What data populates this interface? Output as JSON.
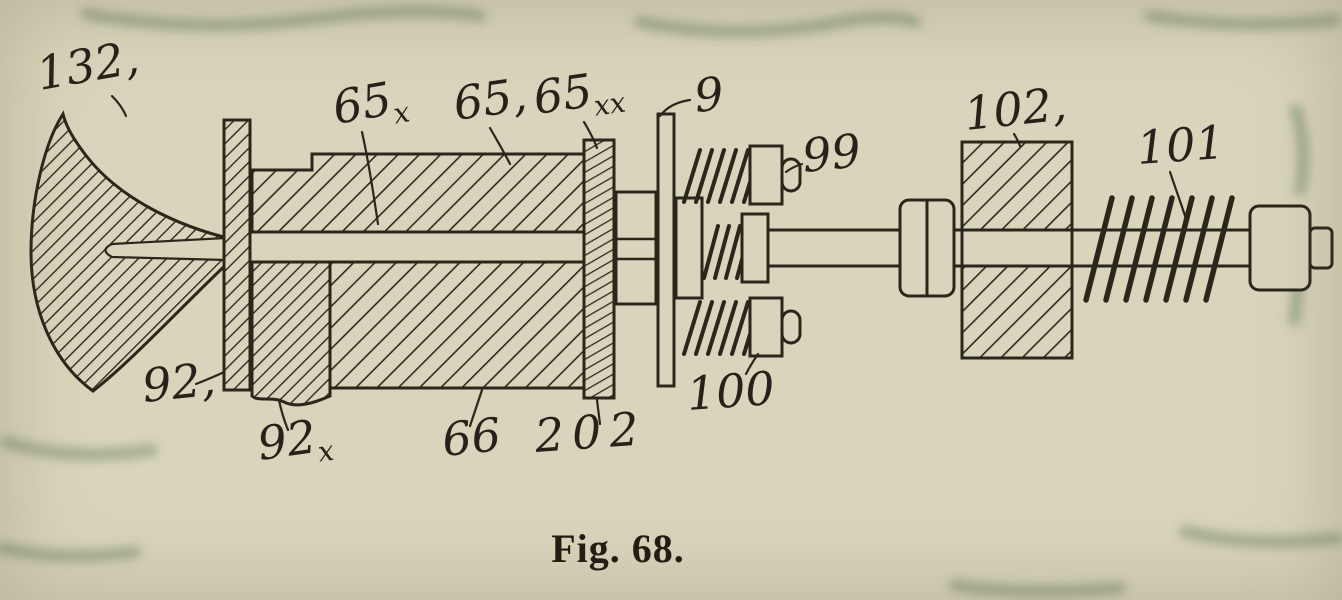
{
  "figure": {
    "caption": "Fig. 68."
  },
  "colors": {
    "paper": "#d9d5bc",
    "ink": "#2b261c",
    "bleedthrough": "#4d6b4a"
  },
  "labels": {
    "n132": "132,",
    "n92": "92,",
    "n92x": {
      "base": "92",
      "sub": "x"
    },
    "n65x": {
      "base": "65",
      "sub": "x"
    },
    "n65": "65,",
    "n65xx": {
      "base": "65",
      "sub": "xx"
    },
    "n66": "66",
    "n202": "202",
    "n9": "9",
    "n99": "99",
    "n100": "100",
    "n102": "102,",
    "n101": "101"
  }
}
